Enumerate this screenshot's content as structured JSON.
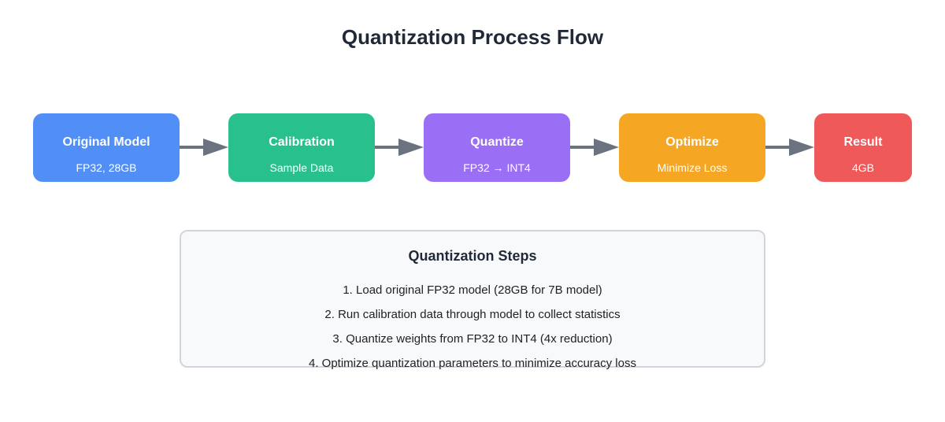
{
  "title": "Quantization Process Flow",
  "flow": [
    {
      "title": "Original Model",
      "subtitle": "FP32, 28GB",
      "color": "#518ff6"
    },
    {
      "title": "Calibration",
      "subtitle": "Sample Data",
      "color": "#28c18d"
    },
    {
      "title": "Quantize",
      "subtitle": "FP32 → INT4",
      "color": "#9a6ef5"
    },
    {
      "title": "Optimize",
      "subtitle": "Minimize Loss",
      "color": "#f5a623"
    },
    {
      "title": "Result",
      "subtitle": "4GB",
      "color": "#f05959"
    }
  ],
  "steps": {
    "heading": "Quantization Steps",
    "items": [
      "1. Load original FP32 model (28GB for 7B model)",
      "2. Run calibration data through model to collect statistics",
      "3. Quantize weights from FP32 to INT4 (4x reduction)",
      "4. Optimize quantization parameters to minimize accuracy loss"
    ]
  }
}
